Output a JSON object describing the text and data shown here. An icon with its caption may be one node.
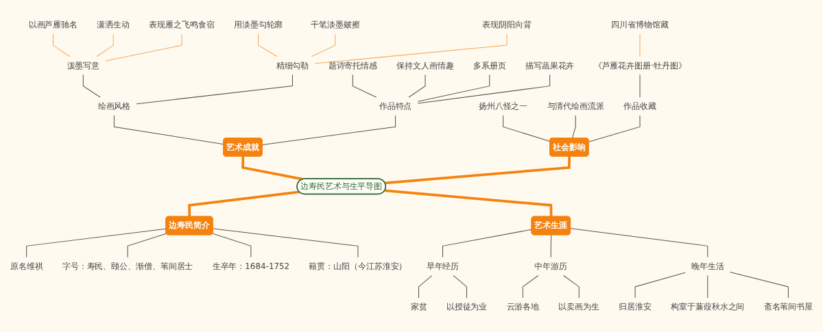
{
  "diagram": {
    "nodes": [
      {
        "text": [
          "以画芦雁驰名"
        ]
      },
      {
        "text": [
          "潇洒生动"
        ]
      },
      {
        "text": [
          "表现雁之飞鸣食宿"
        ]
      },
      {
        "text": [
          "用淡墨勾轮廓"
        ]
      },
      {
        "text": [
          "干笔淡墨皴擦"
        ]
      },
      {
        "text": [
          "表现阴阳向背"
        ]
      },
      {
        "text": [
          "四川省博物馆藏"
        ]
      },
      {
        "text": [
          "泼墨写意"
        ]
      },
      {
        "text": [
          "精细勾勒"
        ]
      },
      {
        "text": [
          "题诗寄托情感"
        ]
      },
      {
        "text": [
          "保持文人画情趣"
        ]
      },
      {
        "text": [
          "多系册页"
        ]
      },
      {
        "text": [
          "描写蔬果花卉"
        ]
      },
      {
        "text": [
          "《芦雁花卉图册·牡丹图》"
        ]
      },
      {
        "text": [
          "绘画风格"
        ]
      },
      {
        "text": [
          "作品特点"
        ]
      },
      {
        "text": [
          "扬州八怪之一"
        ]
      },
      {
        "text": [
          "与清代绘画流派"
        ]
      },
      {
        "text": [
          "作品收藏"
        ]
      },
      {
        "text": [
          "艺术成就"
        ]
      },
      {
        "text": [
          "社会影响"
        ]
      },
      {
        "text": [
          "边寿民艺术与生平导图"
        ]
      },
      {
        "text": [
          "边寿民简介"
        ]
      },
      {
        "text": [
          "艺术生涯"
        ]
      },
      {
        "text": [
          "原名维祺"
        ]
      },
      {
        "text": [
          "字号：寿民、颐公、渐僧、苇间居士"
        ]
      },
      {
        "text": [
          "生卒年：1684-1752"
        ]
      },
      {
        "text": [
          "籍贯：山阳（今江苏淮安）"
        ]
      },
      {
        "text": [
          "早年经历"
        ]
      },
      {
        "text": [
          "中年游历"
        ]
      },
      {
        "text": [
          "晚年生活"
        ]
      },
      {
        "text": [
          "家贫"
        ]
      },
      {
        "text": [
          "以授徒为业"
        ]
      },
      {
        "text": [
          "云游各地"
        ]
      },
      {
        "text": [
          "以卖画为生"
        ]
      },
      {
        "text": [
          "归居淮安"
        ]
      },
      {
        "text": [
          "构室于蒹葭秋水之间"
        ]
      },
      {
        "text": [
          "斋名苇间书屋"
        ]
      }
    ],
    "edges": [
      {
        "from": 0,
        "to": 7,
        "arrow": "none",
        "color": "#f7a85c"
      },
      {
        "from": 1,
        "to": 7,
        "arrow": "none",
        "color": "#f7a85c"
      },
      {
        "from": 2,
        "to": 7,
        "arrow": "none",
        "color": "#f7a85c"
      },
      {
        "from": 3,
        "to": 8,
        "arrow": "none",
        "color": "#f7a85c"
      },
      {
        "from": 4,
        "to": 8,
        "arrow": "none",
        "color": "#f7a85c"
      },
      {
        "from": 5,
        "to": 8,
        "arrow": "none",
        "color": "#f7a85c"
      },
      {
        "from": 6,
        "to": 13,
        "arrow": "none",
        "color": "#f7a85c"
      },
      {
        "from": 7,
        "to": 14,
        "arrow": "none"
      },
      {
        "from": 8,
        "to": 14,
        "arrow": "none"
      },
      {
        "from": 9,
        "to": 15,
        "arrow": "none"
      },
      {
        "from": 10,
        "to": 15,
        "arrow": "none"
      },
      {
        "from": 11,
        "to": 15,
        "arrow": "none"
      },
      {
        "from": 12,
        "to": 15,
        "arrow": "none"
      },
      {
        "from": 13,
        "to": 18,
        "arrow": "none"
      },
      {
        "from": 14,
        "to": 19,
        "arrow": "none"
      },
      {
        "from": 15,
        "to": 19,
        "arrow": "none"
      },
      {
        "from": 16,
        "to": 20,
        "arrow": "none"
      },
      {
        "from": 17,
        "to": 20,
        "arrow": "none"
      },
      {
        "from": 18,
        "to": 20,
        "arrow": "none"
      },
      {
        "from": 19,
        "to": 21,
        "arrow": "none",
        "style": "thick",
        "color": "#f5820f"
      },
      {
        "from": 20,
        "to": 21,
        "arrow": "none",
        "style": "thick",
        "color": "#f5820f"
      },
      {
        "from": 21,
        "to": 22,
        "arrow": "none",
        "style": "thick",
        "color": "#f5820f"
      },
      {
        "from": 21,
        "to": 23,
        "arrow": "none",
        "style": "thick",
        "color": "#f5820f"
      },
      {
        "from": 22,
        "to": 24,
        "arrow": "none"
      },
      {
        "from": 22,
        "to": 25,
        "arrow": "none"
      },
      {
        "from": 22,
        "to": 26,
        "arrow": "none"
      },
      {
        "from": 22,
        "to": 27,
        "arrow": "none"
      },
      {
        "from": 23,
        "to": 28,
        "arrow": "none"
      },
      {
        "from": 23,
        "to": 29,
        "arrow": "none"
      },
      {
        "from": 23,
        "to": 30,
        "arrow": "none"
      },
      {
        "from": 28,
        "to": 31,
        "arrow": "none"
      },
      {
        "from": 28,
        "to": 32,
        "arrow": "none"
      },
      {
        "from": 29,
        "to": 33,
        "arrow": "none"
      },
      {
        "from": 29,
        "to": 34,
        "arrow": "none"
      },
      {
        "from": 30,
        "to": 35,
        "arrow": "none"
      },
      {
        "from": 30,
        "to": 36,
        "arrow": "none"
      },
      {
        "from": 30,
        "to": 37,
        "arrow": "none"
      }
    ]
  }
}
